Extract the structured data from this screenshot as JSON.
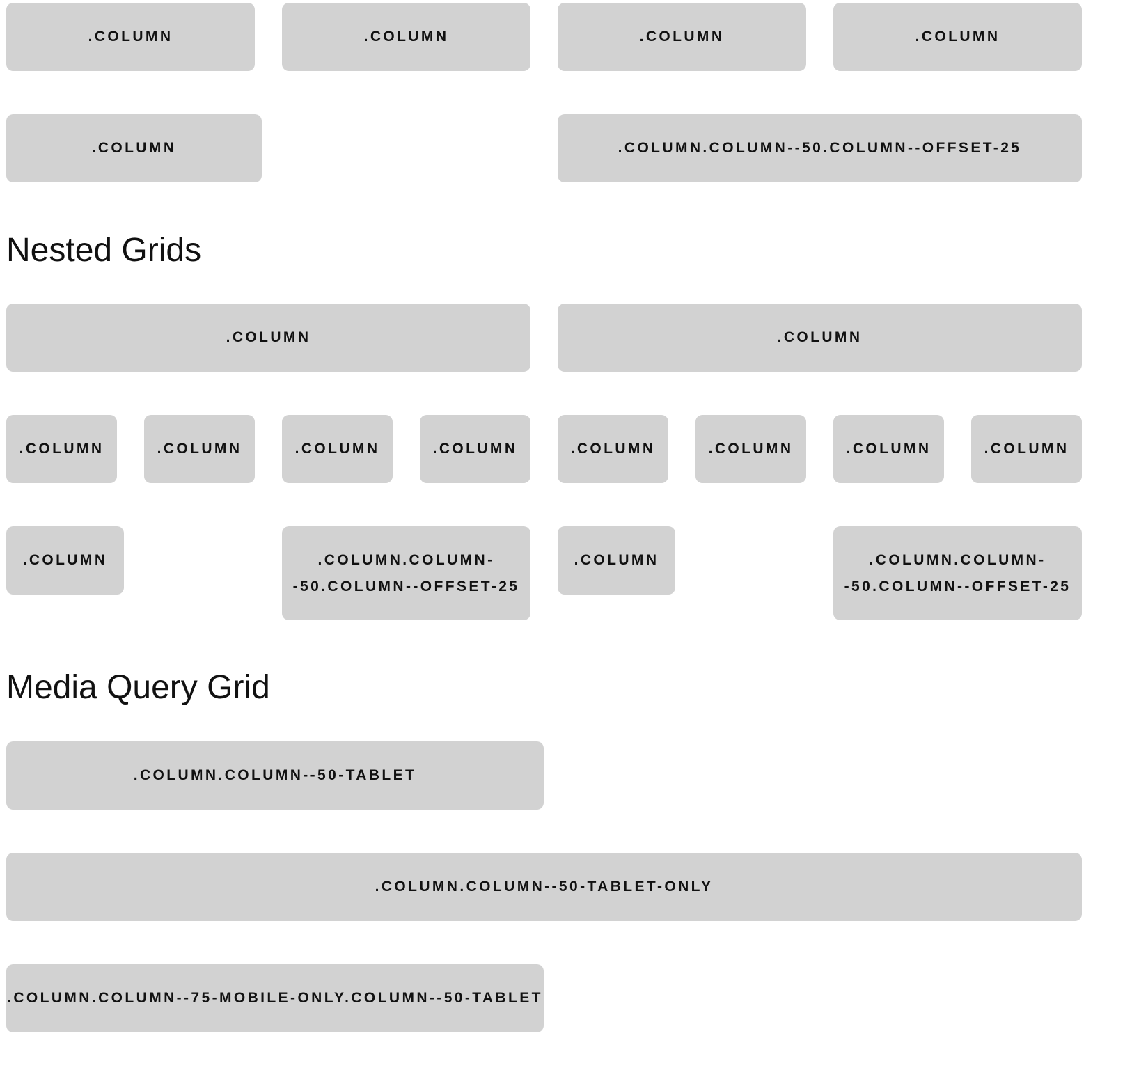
{
  "sections": {
    "top_row1": [
      ".COLUMN",
      ".COLUMN",
      ".COLUMN",
      ".COLUMN"
    ],
    "top_row2": [
      ".COLUMN",
      ".COLUMN.COLUMN--50.COLUMN--OFFSET-25"
    ],
    "nested": {
      "title": "Nested Grids",
      "row1": [
        ".COLUMN",
        ".COLUMN"
      ],
      "row2": [
        ".COLUMN",
        ".COLUMN",
        ".COLUMN",
        ".COLUMN",
        ".COLUMN",
        ".COLUMN",
        ".COLUMN",
        ".COLUMN"
      ],
      "row3": [
        ".COLUMN",
        ".COLUMN.COLUMN-\n-50.COLUMN--OFFSET-25",
        ".COLUMN",
        ".COLUMN.COLUMN-\n-50.COLUMN--OFFSET-25"
      ]
    },
    "media": {
      "title": "Media Query Grid",
      "row1": ".COLUMN.COLUMN--50-TABLET",
      "row2": ".COLUMN.COLUMN--50-TABLET-ONLY",
      "row3": ".COLUMN.COLUMN--75-MOBILE-ONLY.COLUMN--50-TABLET"
    }
  },
  "colors": {
    "block_bg": "#d2d2d2",
    "text": "#111111",
    "page_bg": "#ffffff"
  }
}
